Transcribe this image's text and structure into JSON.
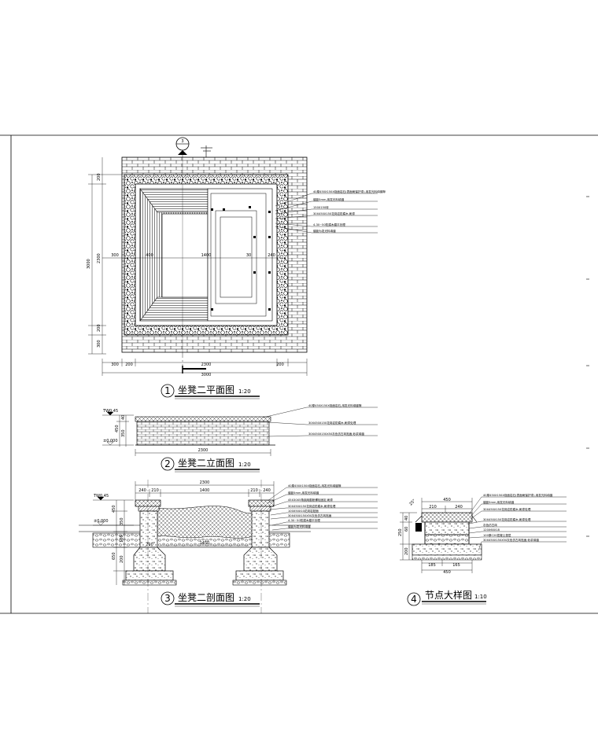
{
  "drawings": {
    "plan": {
      "number": "1",
      "title": "坐凳二平面图",
      "scale": "1:20",
      "section_marker": "3",
      "dims_bottom": [
        "300",
        "200",
        "2300",
        "200",
        "3000"
      ],
      "dims_left": [
        "200",
        "2300",
        "200",
        "300",
        "3000"
      ],
      "dims_middle": [
        "300",
        "400",
        "1400",
        "30",
        "240"
      ],
      "notes": [
        "40厚450X150X烧面岩石(表面刷保护漆),用发光料填缝隙",
        "缝距5mm,用发光料填缝",
        "150X150砖",
        "30X450X150花岗岩防腐木,刷漆",
        "4-30~50防腐木磨平处理",
        "缝距为发光料填缝"
      ]
    },
    "elevation": {
      "number": "2",
      "title": "坐凳二立面图",
      "scale": "1:20",
      "level_top": "TW0.45",
      "level_ground": "±0.000",
      "dims_height": [
        "450",
        "40",
        "350"
      ],
      "dim_width": "2300",
      "notes": [
        "40厚450X150X烧面岩石,用发光料填缝隙",
        "30X450X150花岗岩防腐木,刷漆处理",
        "30X450X150X50灰色仿古砖贴面,砂浆填缝"
      ]
    },
    "section": {
      "number": "3",
      "title": "坐凳二剖面图",
      "scale": "1:20",
      "level_top": "TW0.45",
      "level_ground": "±0.000",
      "dims_top": [
        "2300",
        "240",
        "210",
        "1400",
        "210",
        "240"
      ],
      "dims_height": [
        "450",
        "350",
        "100",
        "200",
        "650"
      ],
      "dim_inner": "1450",
      "dim_side": "200",
      "notes": [
        "40厚450X150X烧面岩石,用发光料填缝隙",
        "缝距5mm,用发光料填缝",
        "45X30X5角钢用膨胀螺栓固定,刷漆",
        "30X450X150花岗岩防腐木,刷漆处理",
        "100X50X10花岗岩贴面",
        "30X450X150X50灰色仿古砖贴面",
        "4-30~50防腐木磨平处理",
        "缝距为发光料填缝"
      ]
    },
    "detail": {
      "number": "4",
      "title": "节点大样图",
      "scale": "1:10",
      "dims_top": [
        "450",
        "210",
        "240"
      ],
      "dims_bottom": [
        "185",
        "165",
        "450"
      ],
      "dims_side": [
        "40",
        "60",
        "250",
        "200"
      ],
      "angle": "25°",
      "notes": [
        "40厚450X150X烧面岩石(表面刷保护漆),用发光料填缝",
        "缝距5mm,用发光料填缝",
        "30X450X150花岗岩防腐木,刷漆处理",
        "30X450X150花岗岩防腐木,刷漆处理",
        "灰色仿古砖",
        "120X60X18",
        "100厚C20混凝土垫层",
        "30X450X150X50灰色仿古砖贴面,砂浆填缝"
      ]
    }
  }
}
